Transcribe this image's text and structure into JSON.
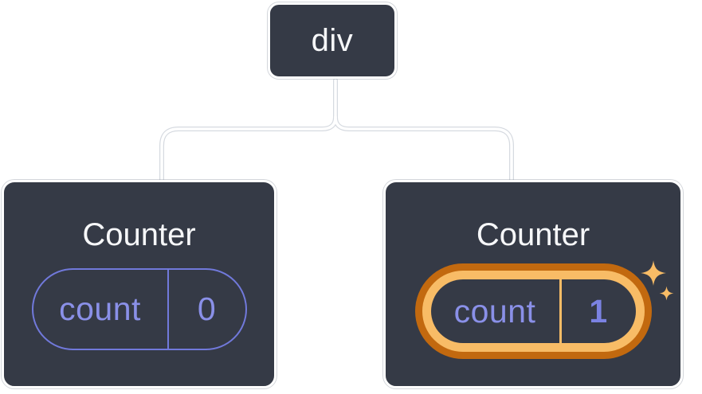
{
  "tree": {
    "root": {
      "label": "div"
    },
    "children": [
      {
        "title": "Counter",
        "state": {
          "name": "count",
          "value": "0"
        },
        "highlighted": false
      },
      {
        "title": "Counter",
        "state": {
          "name": "count",
          "value": "1"
        },
        "highlighted": true
      }
    ]
  },
  "icons": {
    "sparkle_large": "sparkle-icon",
    "sparkle_small": "sparkle-icon"
  },
  "colors": {
    "background": "#FFFFFF",
    "card_fill": "#353A46",
    "card_border": "#FFFFFF",
    "connector": "#FFFFFF",
    "title_text": "#F6F7F9",
    "state_border_purple": "#7179DB",
    "state_text_purple": "#8A90E8",
    "state_value_bold_purple": "#7B82E2",
    "highlight_ring_dark_orange": "#C2690F",
    "highlight_ring_light_orange": "#F8BC66"
  }
}
